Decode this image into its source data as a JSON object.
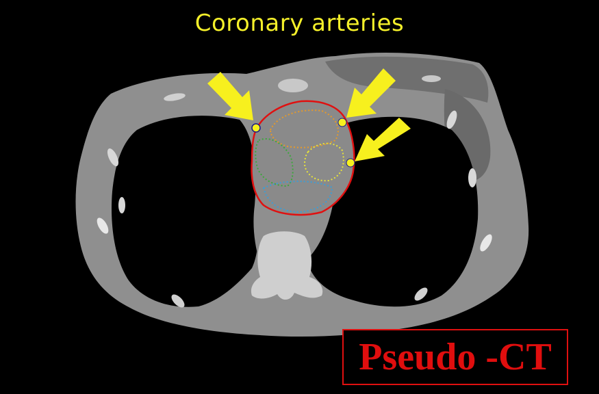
{
  "title": "Coronary arteries",
  "label": "Pseudo -CT",
  "colors": {
    "background": "#000000",
    "title": "#f5f02a",
    "label": "#e00e0e",
    "arrow": "#f7f01e",
    "heart_outline": "#e01010",
    "contour_orange": "#e69a2a",
    "contour_yellow": "#e8e43a",
    "contour_green": "#3aa83a",
    "contour_blue": "#3a9ed8"
  },
  "arrows": [
    {
      "name": "arrow-upper-left",
      "points_to": "artery-marker-left"
    },
    {
      "name": "arrow-upper-right",
      "points_to": "artery-marker-right-upper"
    },
    {
      "name": "arrow-lower-right",
      "points_to": "artery-marker-right-lower"
    }
  ]
}
